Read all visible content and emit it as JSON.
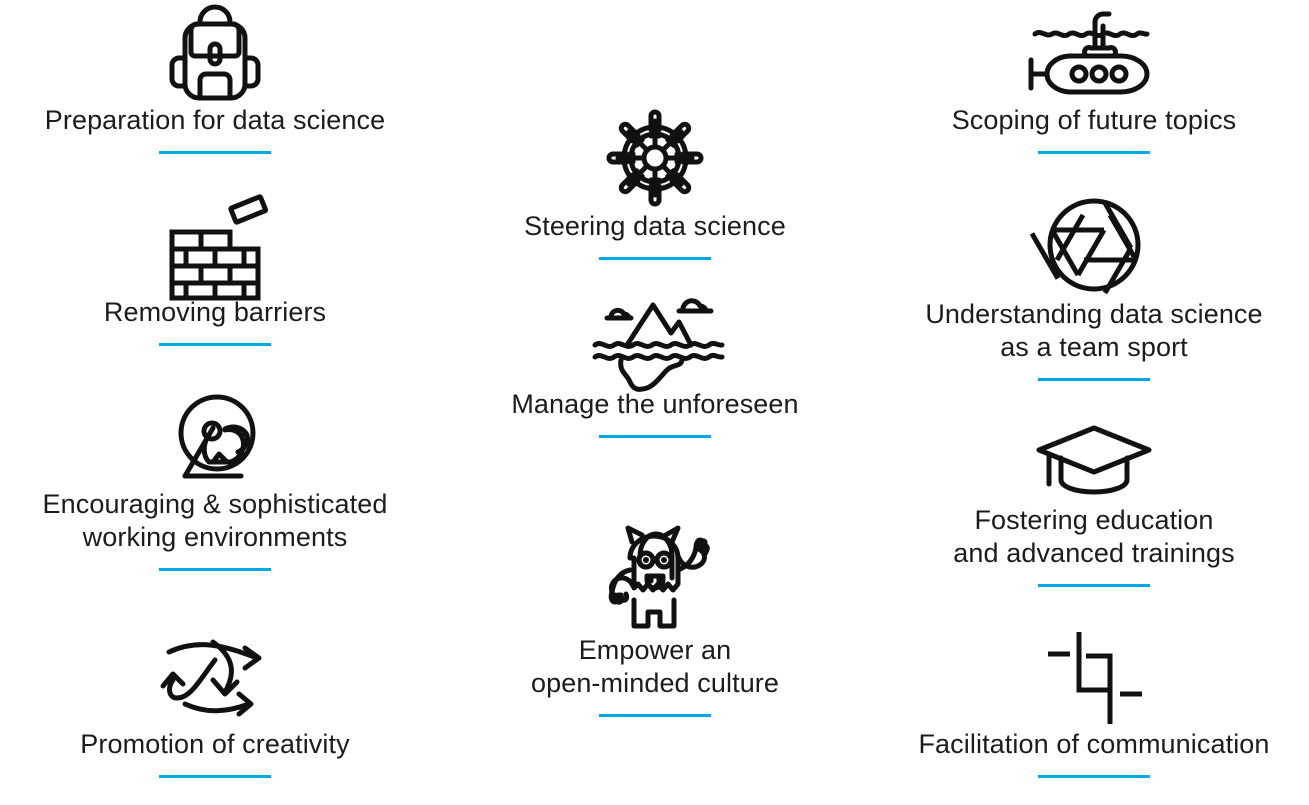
{
  "theme": {
    "background": "#ffffff",
    "text_color": "#1c1c1c",
    "accent_color": "#00a9e6",
    "icon_color": "#111111"
  },
  "layout": {
    "columns": 3,
    "arrangement": "staggered three-column icon-and-caption grid"
  },
  "cards": [
    {
      "id": "preparation-for-data-science",
      "icon": "backpack-icon",
      "label": "Preparation for data science",
      "column": 1,
      "lines": 1
    },
    {
      "id": "removing-barriers",
      "icon": "brick-wall-icon",
      "label": "Removing barriers",
      "column": 1,
      "lines": 1
    },
    {
      "id": "encouraging-sophisticated-working-environments",
      "icon": "hamster-wheel-icon",
      "label": "Encouraging & sophisticated\nworking environments",
      "column": 1,
      "lines": 2
    },
    {
      "id": "promotion-of-creativity",
      "icon": "curved-arrows-icon",
      "label": "Promotion of creativity",
      "column": 1,
      "lines": 1
    },
    {
      "id": "steering-data-science",
      "icon": "ships-wheel-icon",
      "label": "Steering data science",
      "column": 2,
      "lines": 1
    },
    {
      "id": "manage-the-unforeseen",
      "icon": "iceberg-icon",
      "label": "Manage the unforeseen",
      "column": 2,
      "lines": 1
    },
    {
      "id": "empower-an-open-minded-culture",
      "icon": "monster-icon",
      "label": "Empower an\nopen-minded culture",
      "column": 2,
      "lines": 2
    },
    {
      "id": "scoping-of-future-topics",
      "icon": "submarine-icon",
      "label": "Scoping of future topics",
      "column": 3,
      "lines": 1
    },
    {
      "id": "understanding-data-science-as-a-team-sport",
      "icon": "aperture-icon",
      "label": "Understanding data science\nas a team sport",
      "column": 3,
      "lines": 2
    },
    {
      "id": "fostering-education-and-advanced-trainings",
      "icon": "graduation-cap-icon",
      "label": "Fostering education\nand advanced trainings",
      "column": 3,
      "lines": 2
    },
    {
      "id": "facilitation-of-communication",
      "icon": "circuit-lines-icon",
      "label": "Facilitation of communication",
      "column": 3,
      "lines": 1
    }
  ]
}
